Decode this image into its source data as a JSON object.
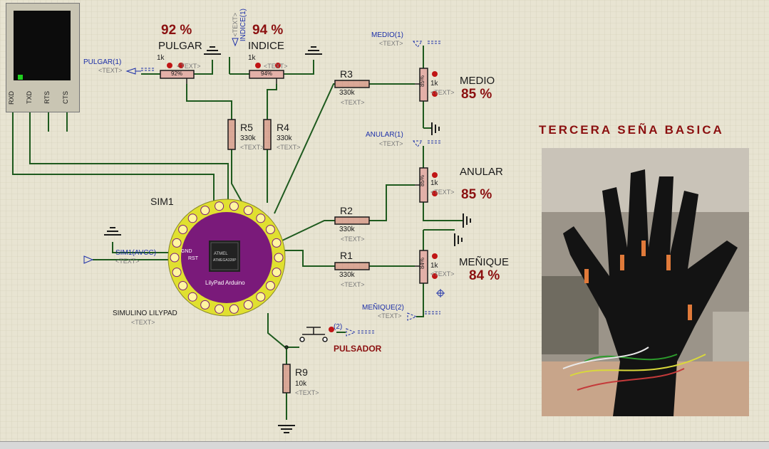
{
  "header": {
    "title": "TERCERA SEÑA   BASICA"
  },
  "terminal": {
    "pins": [
      "RXD",
      "TXD",
      "RTS",
      "CTS"
    ]
  },
  "sensors": {
    "pulgar": {
      "name": "PULGAR",
      "percent": "92 %",
      "res": "1k",
      "dial": "92%",
      "net": "PULGAR(1)",
      "txt": "<TEXT>"
    },
    "indice": {
      "name": "INDICE",
      "percent": "94 %",
      "res": "1k",
      "dial": "94%",
      "net": "INDICE(1)",
      "txt": "<TEXT>"
    },
    "medio": {
      "name": "MEDIO",
      "percent": "85 %",
      "res": "1k",
      "dial": "85%",
      "net": "MEDIO(1)",
      "txt": "<TEXT>"
    },
    "anular": {
      "name": "ANULAR",
      "percent": "85 %",
      "res": "1k",
      "dial": "85%",
      "net": "ANULAR(1)",
      "txt": "<TEXT>"
    },
    "menique": {
      "name": "MEÑIQUE",
      "percent": "84 %",
      "res": "1k",
      "dial": "84%",
      "net": "MEÑIQUE(2)",
      "txt": "<TEXT>"
    }
  },
  "resistors": {
    "r1": {
      "ref": "R1",
      "val": "330k",
      "txt": "<TEXT>"
    },
    "r2": {
      "ref": "R2",
      "val": "330k",
      "txt": "<TEXT>"
    },
    "r3": {
      "ref": "R3",
      "val": "330k",
      "txt": "<TEXT>"
    },
    "r4": {
      "ref": "R4",
      "val": "330k",
      "txt": "<TEXT>"
    },
    "r5": {
      "ref": "R5",
      "val": "330k",
      "txt": "<TEXT>"
    },
    "r9": {
      "ref": "R9",
      "val": "10k",
      "txt": "<TEXT>"
    }
  },
  "board": {
    "ref": "SIM1",
    "name": "SIMULINO LILYPAD",
    "txt": "<TEXT>",
    "avcc_net": "SIM1(AVCC)",
    "avcc_txt": "<TEXT>",
    "chip_name": "ATMEL",
    "chip_model": "ATMEGA328P",
    "board_label": "LilyPad Arduino",
    "pin_gnd": "GND",
    "pin_rst": "RST"
  },
  "button": {
    "label": "PULSADOR",
    "net": "(2)"
  },
  "colors": {
    "wire": "#1e5a1e",
    "accent": "#8b1010",
    "net": "#1c2fa8",
    "board": "#7a1a7a",
    "ring": "#e0e030"
  },
  "photo": {
    "icon": "glove-photo"
  }
}
